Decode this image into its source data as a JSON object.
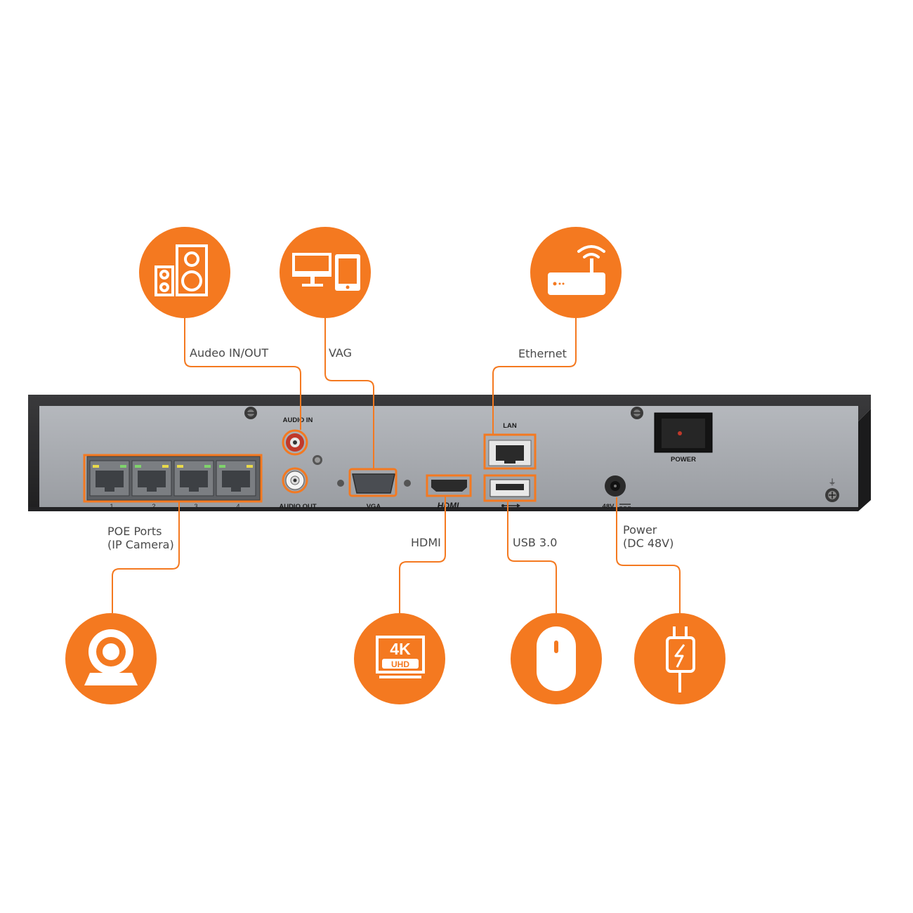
{
  "colors": {
    "accent": "#f47920",
    "chassis": "#2f2f31",
    "panel": "#a4a7ac",
    "label_text": "#4a4a4a"
  },
  "callouts": {
    "audio": {
      "label": "Audeo IN/OUT",
      "icon": "speakers-icon"
    },
    "vga": {
      "label": "VAG",
      "icon": "monitor-tablet-icon"
    },
    "ethernet": {
      "label": "Ethernet",
      "icon": "wifi-router-icon"
    },
    "poe": {
      "label_line1": "POE Ports",
      "label_line2": "(IP Camera)",
      "icon": "webcam-icon"
    },
    "hdmi": {
      "label": "HDMI",
      "icon": "4k-uhd-display-icon",
      "icon_text_top": "4K",
      "icon_text_bottom": "UHD"
    },
    "usb": {
      "label": "USB 3.0",
      "icon": "mouse-icon"
    },
    "power": {
      "label_line1": "Power",
      "label_line2": "(DC 48V)",
      "icon": "power-plug-icon"
    }
  },
  "device": {
    "audio_in_label": "AUDIO IN",
    "audio_out_label": "AUDIO OUT",
    "vga_label": "VGA",
    "hdmi_label": "HDMI",
    "lan_label": "LAN",
    "power_switch_label": "POWER",
    "dc_label": "48V",
    "poe_port_numbers": [
      "1",
      "2",
      "3",
      "4"
    ]
  }
}
